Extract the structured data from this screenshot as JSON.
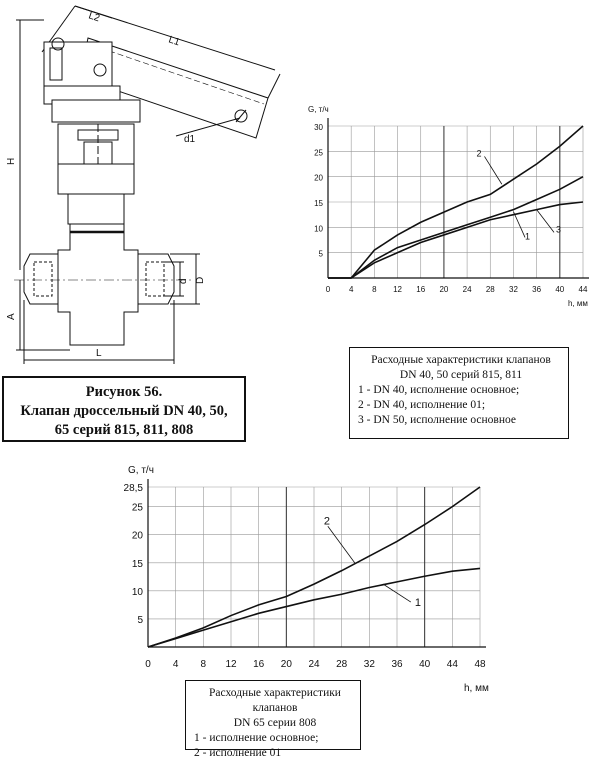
{
  "figure": {
    "labels": {
      "L2": "L2",
      "L1": "L1",
      "d1": "d1",
      "H": "H",
      "A": "A",
      "d": "d",
      "D": "D",
      "L": "L"
    },
    "caption": {
      "line1": "Рисунок 56.",
      "line2": "Клапан дроссельный DN 40, 50,",
      "line3": "65 серий 815, 811, 808"
    }
  },
  "chart_data": [
    {
      "type": "line",
      "ylabel": "G, т/ч",
      "xlabel": "h, мм",
      "x_ticks": [
        "0",
        "4",
        "8",
        "12",
        "16",
        "20",
        "24",
        "28",
        "32",
        "36",
        "40",
        "44"
      ],
      "y_ticks": [
        "5",
        "10",
        "15",
        "20",
        "25",
        "30"
      ],
      "xlim": [
        0,
        44
      ],
      "ylim": [
        0,
        30
      ],
      "grid": true,
      "series": [
        {
          "name": "1",
          "x": [
            0,
            4,
            8,
            12,
            16,
            20,
            24,
            28,
            32,
            36,
            40,
            44
          ],
          "values": [
            0,
            0,
            3.5,
            6,
            7.5,
            9,
            10.5,
            12,
            13.5,
            15.5,
            17.5,
            20
          ]
        },
        {
          "name": "2",
          "x": [
            0,
            4,
            8,
            12,
            16,
            20,
            24,
            28,
            32,
            36,
            40,
            44
          ],
          "values": [
            0,
            0,
            5.5,
            8.5,
            11,
            13,
            15,
            16.5,
            19.5,
            22.5,
            26,
            30
          ]
        },
        {
          "name": "3",
          "x": [
            0,
            4,
            8,
            12,
            16,
            20,
            24,
            28,
            32,
            36,
            40,
            44
          ],
          "values": [
            0,
            0,
            3,
            5,
            7,
            8.5,
            10,
            11.5,
            12.5,
            13.5,
            14.5,
            15
          ]
        }
      ],
      "curve_labels": [
        "1",
        "2",
        "3"
      ],
      "legend": {
        "title1": "Расходные характеристики клапанов",
        "title2": "DN 40, 50 серий 815, 811",
        "items": [
          "1 - DN 40, исполнение основное;",
          "2 - DN 40, исполнение 01;",
          "3 - DN 50, исполнение основное"
        ]
      }
    },
    {
      "type": "line",
      "ylabel": "G, т/ч",
      "xlabel": "h, мм",
      "x_ticks": [
        "0",
        "4",
        "8",
        "12",
        "16",
        "20",
        "24",
        "28",
        "32",
        "36",
        "40",
        "44",
        "48"
      ],
      "y_ticks": [
        "5",
        "10",
        "15",
        "20",
        "25",
        "28,5"
      ],
      "xlim": [
        0,
        48
      ],
      "ylim": [
        0,
        28.5
      ],
      "grid": true,
      "series": [
        {
          "name": "1",
          "x": [
            0,
            4,
            8,
            12,
            16,
            20,
            24,
            28,
            32,
            36,
            40,
            44,
            48
          ],
          "values": [
            0,
            1.5,
            3,
            4.5,
            6,
            7.2,
            8.4,
            9.4,
            10.6,
            11.6,
            12.6,
            13.5,
            14
          ]
        },
        {
          "name": "2",
          "x": [
            0,
            4,
            8,
            12,
            16,
            20,
            24,
            28,
            32,
            36,
            40,
            44,
            48
          ],
          "values": [
            0,
            1.6,
            3.4,
            5.6,
            7.5,
            9,
            11.2,
            13.6,
            16.2,
            18.8,
            21.8,
            25,
            28.5
          ]
        }
      ],
      "curve_labels": [
        "1",
        "2"
      ],
      "legend": {
        "title1": "Расходные характеристики клапанов",
        "title2": "DN 65 серии 808",
        "items": [
          "1 - исполнение основное;",
          "2 - исполнение 01"
        ]
      }
    }
  ]
}
